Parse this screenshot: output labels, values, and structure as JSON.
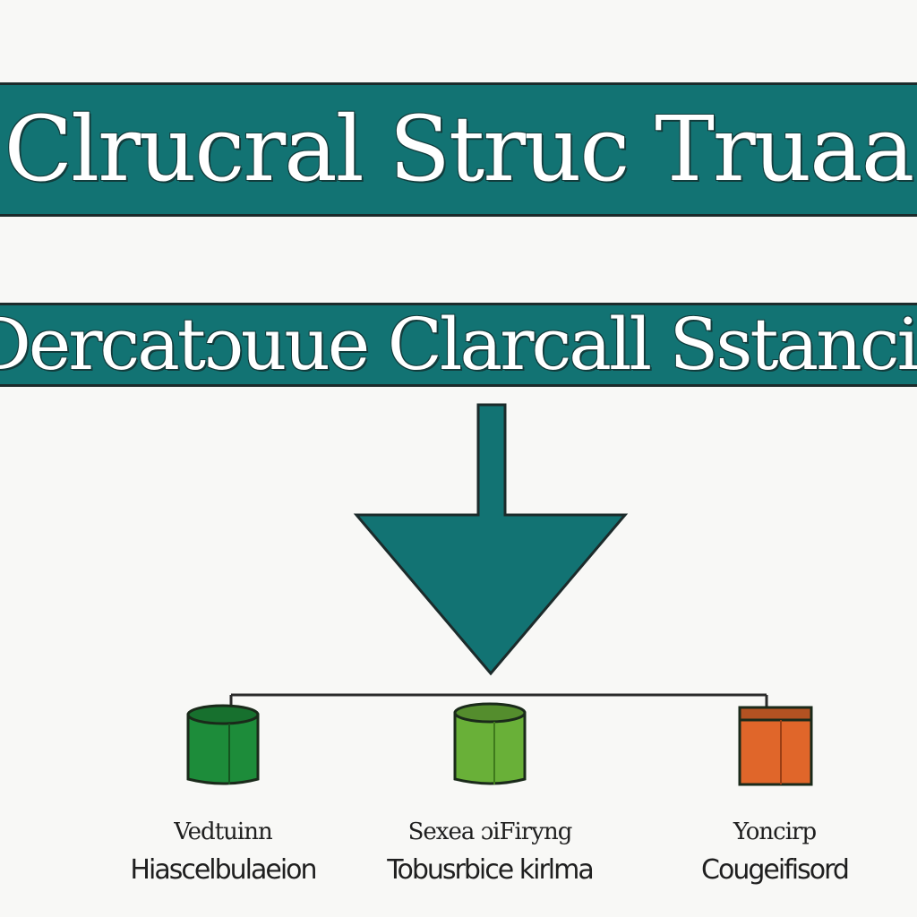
{
  "colors": {
    "banner_fill": "#127373",
    "banner_border": "#1c2b2b",
    "arrow_fill": "#127373",
    "connector": "#2a2a2a",
    "node_colors": [
      "#1d8c3a",
      "#69b038",
      "#e0662a"
    ]
  },
  "header": {
    "title": "Clrucral Struc Truaa",
    "subtitle": "Dercatɔuue Clarcall Sstancit"
  },
  "nodes": [
    {
      "icon": "database-cylinder-icon",
      "color": "#1d8c3a",
      "label_top": "Vedtuinn",
      "label_bottom": "Hiascelbulaeion"
    },
    {
      "icon": "database-cylinder-icon",
      "color": "#69b038",
      "label_top": "Sexea ɔiFiryng",
      "label_bottom": "Tobusrbice kirlma"
    },
    {
      "icon": "database-box-icon",
      "color": "#e0662a",
      "label_top": "Yoncirp",
      "label_bottom": "Cougeifisord"
    }
  ]
}
